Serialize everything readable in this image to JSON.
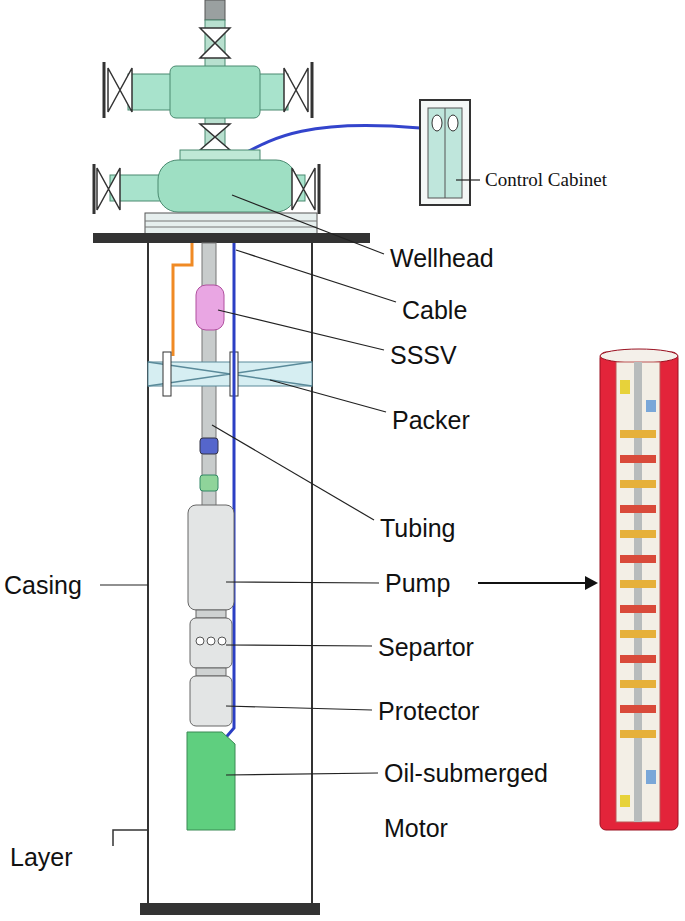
{
  "diagram": {
    "labels": [
      "Control Cabinet",
      "Wellhead",
      "Cable",
      "SSSV",
      "Packer",
      "Tubing",
      "Casing",
      "Pump",
      "Separtor",
      "Protector",
      "Oil-submerged Motor",
      "Layer"
    ]
  }
}
